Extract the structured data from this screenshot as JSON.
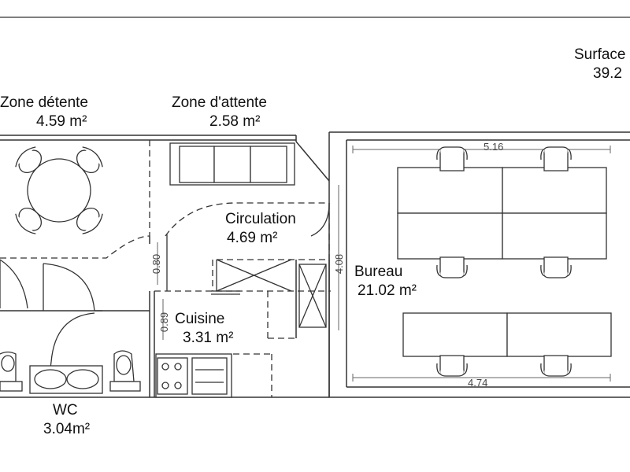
{
  "rooms": {
    "surface": {
      "name": "Surface",
      "area": "39.2"
    },
    "detente": {
      "name": "Zone détente",
      "area": "4.59 m²"
    },
    "attente": {
      "name": "Zone d'attente",
      "area": "2.58 m²"
    },
    "circulation": {
      "name": "Circulation",
      "area": "4.69 m²"
    },
    "bureau": {
      "name": "Bureau",
      "area": "21.02 m²"
    },
    "cuisine": {
      "name": "Cuisine",
      "area": "3.31 m²"
    },
    "wc": {
      "name": "WC",
      "area": "3.04m²"
    }
  },
  "dimensions": {
    "bureau_top_width": "5.16",
    "bureau_bottom_width": "4.74",
    "bureau_height": "4.08",
    "door_circulation": "0.80",
    "door_cuisine": "0.89"
  }
}
